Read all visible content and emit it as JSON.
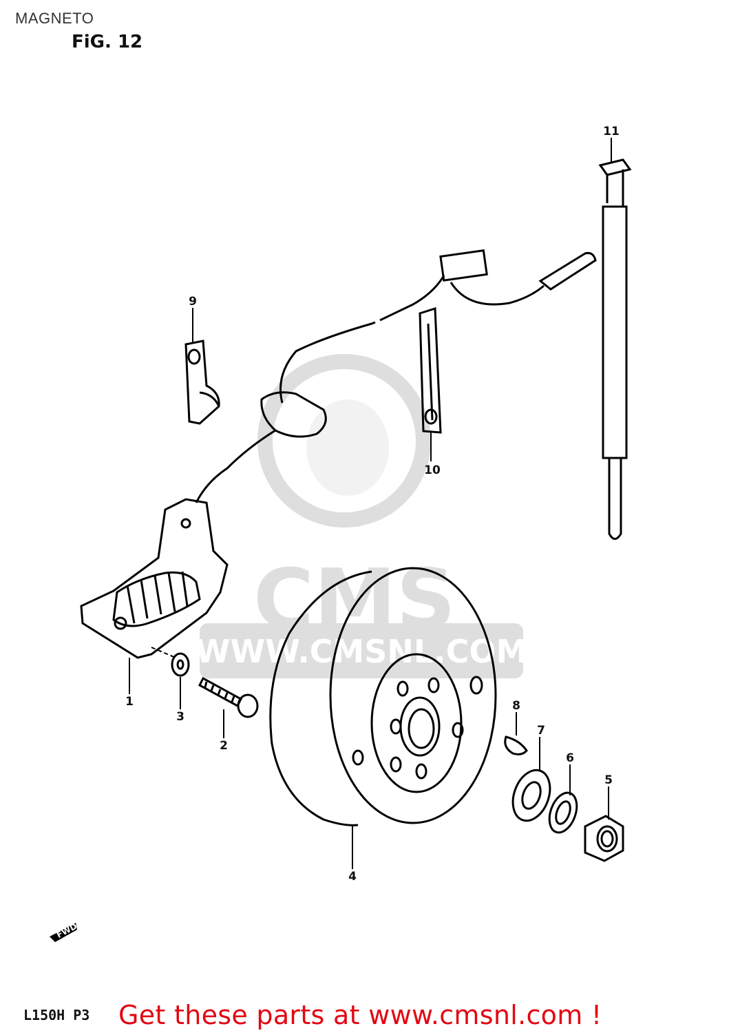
{
  "header": {
    "title": "MAGNETO",
    "figure": "FiG. 12"
  },
  "watermark": {
    "logo_text": "CMS",
    "url_text": "WWW.CMSNL.COM"
  },
  "callouts": [
    "1",
    "2",
    "3",
    "4",
    "5",
    "6",
    "7",
    "8",
    "9",
    "10",
    "11"
  ],
  "footer": {
    "model_code": "L150H P3",
    "cta": "Get these parts at www.cmsnl.com !",
    "cta_color": "#e30613"
  },
  "direction_mark": "FWD"
}
